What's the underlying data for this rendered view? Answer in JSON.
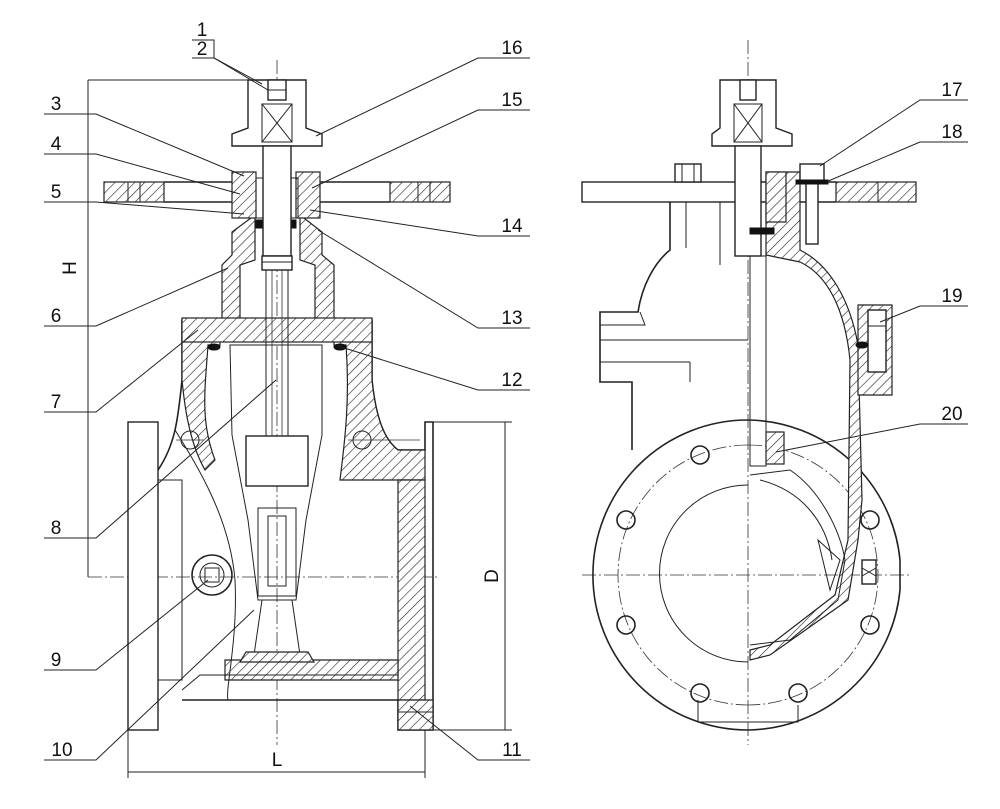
{
  "callouts": [
    {
      "id": "1",
      "text": "1"
    },
    {
      "id": "2",
      "text": "2"
    },
    {
      "id": "3",
      "text": "3"
    },
    {
      "id": "4",
      "text": "4"
    },
    {
      "id": "5",
      "text": "5"
    },
    {
      "id": "6",
      "text": "6"
    },
    {
      "id": "7",
      "text": "7"
    },
    {
      "id": "8",
      "text": "8"
    },
    {
      "id": "9",
      "text": "9"
    },
    {
      "id": "10",
      "text": "10"
    },
    {
      "id": "11",
      "text": "11"
    },
    {
      "id": "12",
      "text": "12"
    },
    {
      "id": "13",
      "text": "13"
    },
    {
      "id": "14",
      "text": "14"
    },
    {
      "id": "15",
      "text": "15"
    },
    {
      "id": "16",
      "text": "16"
    },
    {
      "id": "17",
      "text": "17"
    },
    {
      "id": "18",
      "text": "18"
    },
    {
      "id": "19",
      "text": "19"
    },
    {
      "id": "20",
      "text": "20"
    }
  ],
  "dimensions": {
    "height": "H",
    "diameter": "D",
    "length": "L"
  }
}
